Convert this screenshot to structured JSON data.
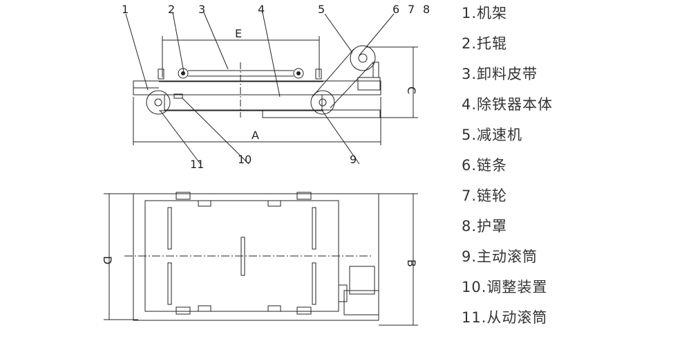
{
  "callouts": [
    "1",
    "2",
    "3",
    "4",
    "5",
    "6",
    "7",
    "8",
    "9",
    "10",
    "11"
  ],
  "dimensions": {
    "a": "A",
    "b": "B",
    "c": "C",
    "d": "D",
    "e": "E"
  },
  "legend": [
    "1.机架",
    "2.托辊",
    "3.卸料皮带",
    "4.除铁器本体",
    "5.减速机",
    "6.链条",
    "7.链轮",
    "8.护罩",
    "9.主动滚筒",
    "10.调整装置",
    "11.从动滚筒"
  ]
}
